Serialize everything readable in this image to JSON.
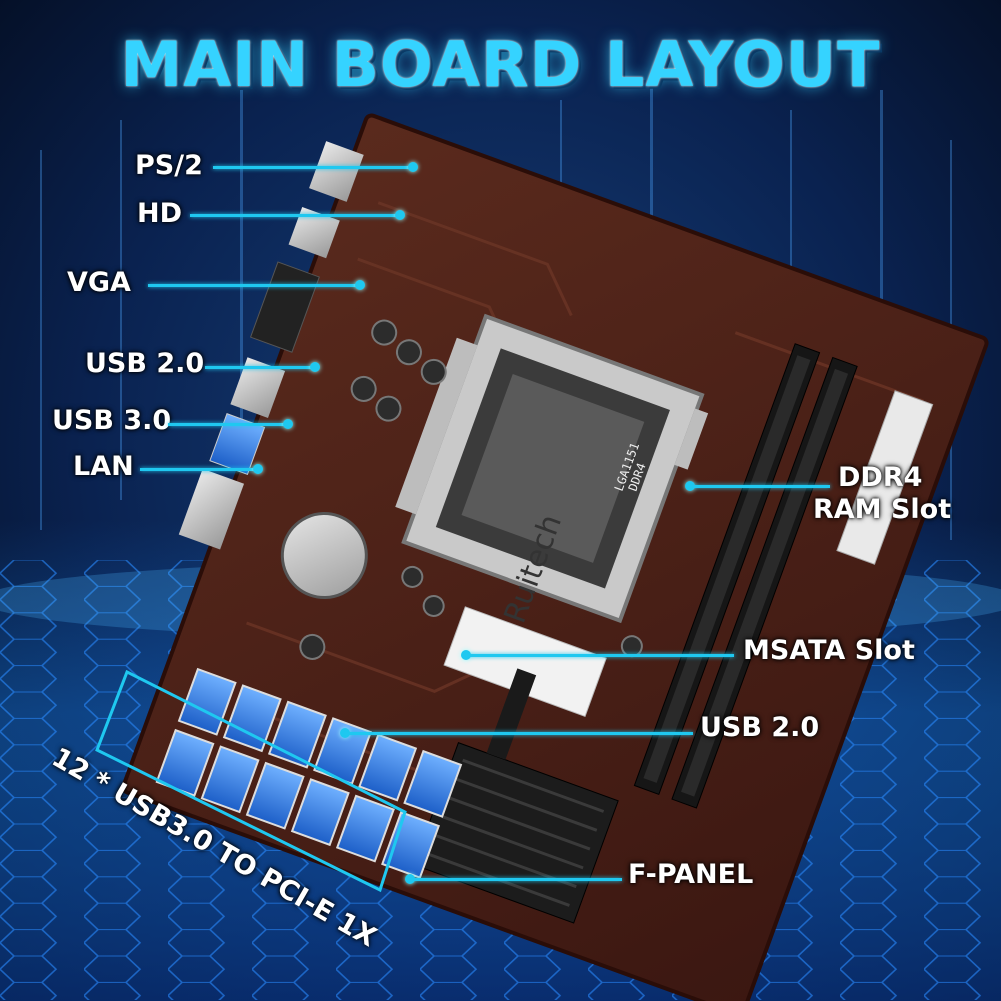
{
  "title": "MAIN BOARD LAYOUT",
  "board": {
    "brand": "Ruitech",
    "socket": "LGA1151",
    "memory_type": "DDR4"
  },
  "labels": {
    "ps2": "PS/2",
    "hd": "HD",
    "vga": "VGA",
    "usb20_left": "USB 2.0",
    "usb30": "USB 3.0",
    "lan": "LAN",
    "ddr4_line1": "DDR4",
    "ddr4_line2": "RAM Slot",
    "msata": "MSATA Slot",
    "usb20_right": "USB 2.0",
    "fpanel": "F-PANEL",
    "usb_pcie": "12 * USB3.0 TO PCI-E 1X"
  },
  "colors": {
    "accent": "#1fc8f0",
    "title": "#35d3ff",
    "pcb": "#4a1f16",
    "background": "#06122a"
  }
}
